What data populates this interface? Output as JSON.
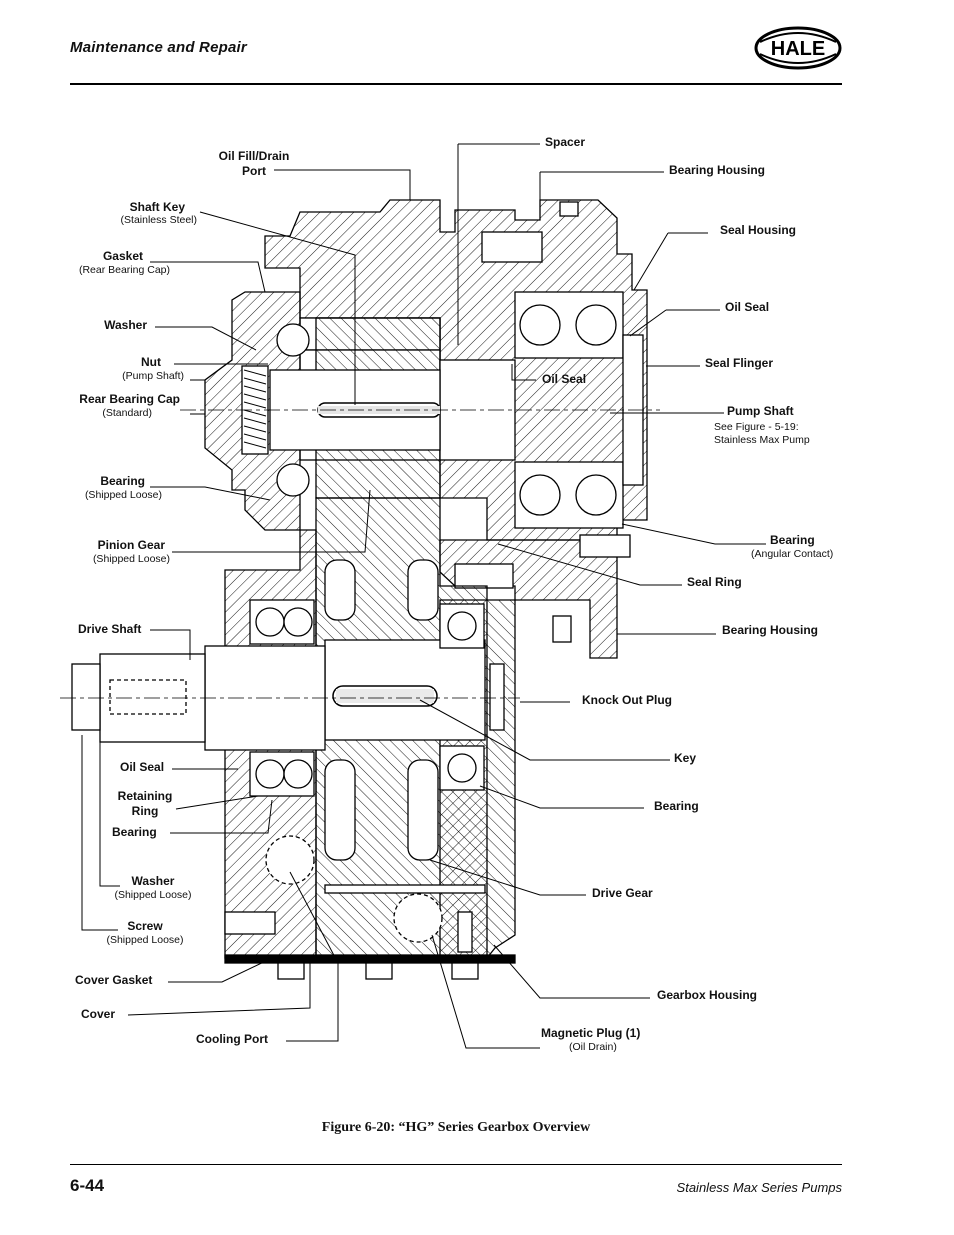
{
  "header": {
    "section_title": "Maintenance and Repair",
    "logo_text": "HALE"
  },
  "figure": {
    "caption": "Figure 6-20: “HG” Series Gearbox Overview"
  },
  "labels": {
    "spacer": "Spacer",
    "oil_fill_drain_1": "Oil Fill/Drain",
    "oil_fill_drain_2": "Port",
    "bearing_housing_top": "Bearing Housing",
    "shaft_key": "Shaft Key",
    "shaft_key_sub": "(Stainless Steel)",
    "seal_housing": "Seal Housing",
    "gasket": "Gasket",
    "gasket_sub": "(Rear Bearing Cap)",
    "oil_seal_right": "Oil Seal",
    "washer_top": "Washer",
    "seal_flinger": "Seal Flinger",
    "nut": "Nut",
    "nut_sub": "(Pump Shaft)",
    "oil_seal_center": "Oil Seal",
    "rear_bearing_cap": "Rear Bearing Cap",
    "rear_bearing_cap_sub": "(Standard)",
    "pump_shaft": "Pump Shaft",
    "pump_shaft_sub_1": "See Figure - 5-19:",
    "pump_shaft_sub_2": "Stainless Max Pump",
    "bearing_left": "Bearing",
    "bearing_left_sub": "(Shipped Loose)",
    "bearing_right": "Bearing",
    "bearing_right_sub": "(Angular Contact)",
    "pinion_gear": "Pinion Gear",
    "pinion_gear_sub": "(Shipped Loose)",
    "seal_ring": "Seal Ring",
    "drive_shaft": "Drive Shaft",
    "bearing_housing_right": "Bearing Housing",
    "knock_out_plug": "Knock Out Plug",
    "key": "Key",
    "oil_seal_left": "Oil Seal",
    "retaining_ring_1": "Retaining",
    "retaining_ring_2": "Ring",
    "bearing_lower_right": "Bearing",
    "bearing_lower_left": "Bearing",
    "washer_lower": "Washer",
    "washer_lower_sub": "(Shipped Loose)",
    "drive_gear": "Drive Gear",
    "screw": "Screw",
    "screw_sub": "(Shipped Loose)",
    "cover_gasket": "Cover Gasket",
    "gearbox_housing": "Gearbox Housing",
    "cover": "Cover",
    "magnetic_plug": "Magnetic Plug (1)",
    "magnetic_plug_sub": "(Oil Drain)",
    "cooling_port": "Cooling Port"
  },
  "footer": {
    "page_number": "6-44",
    "doc_title": "Stainless Max Series Pumps"
  }
}
